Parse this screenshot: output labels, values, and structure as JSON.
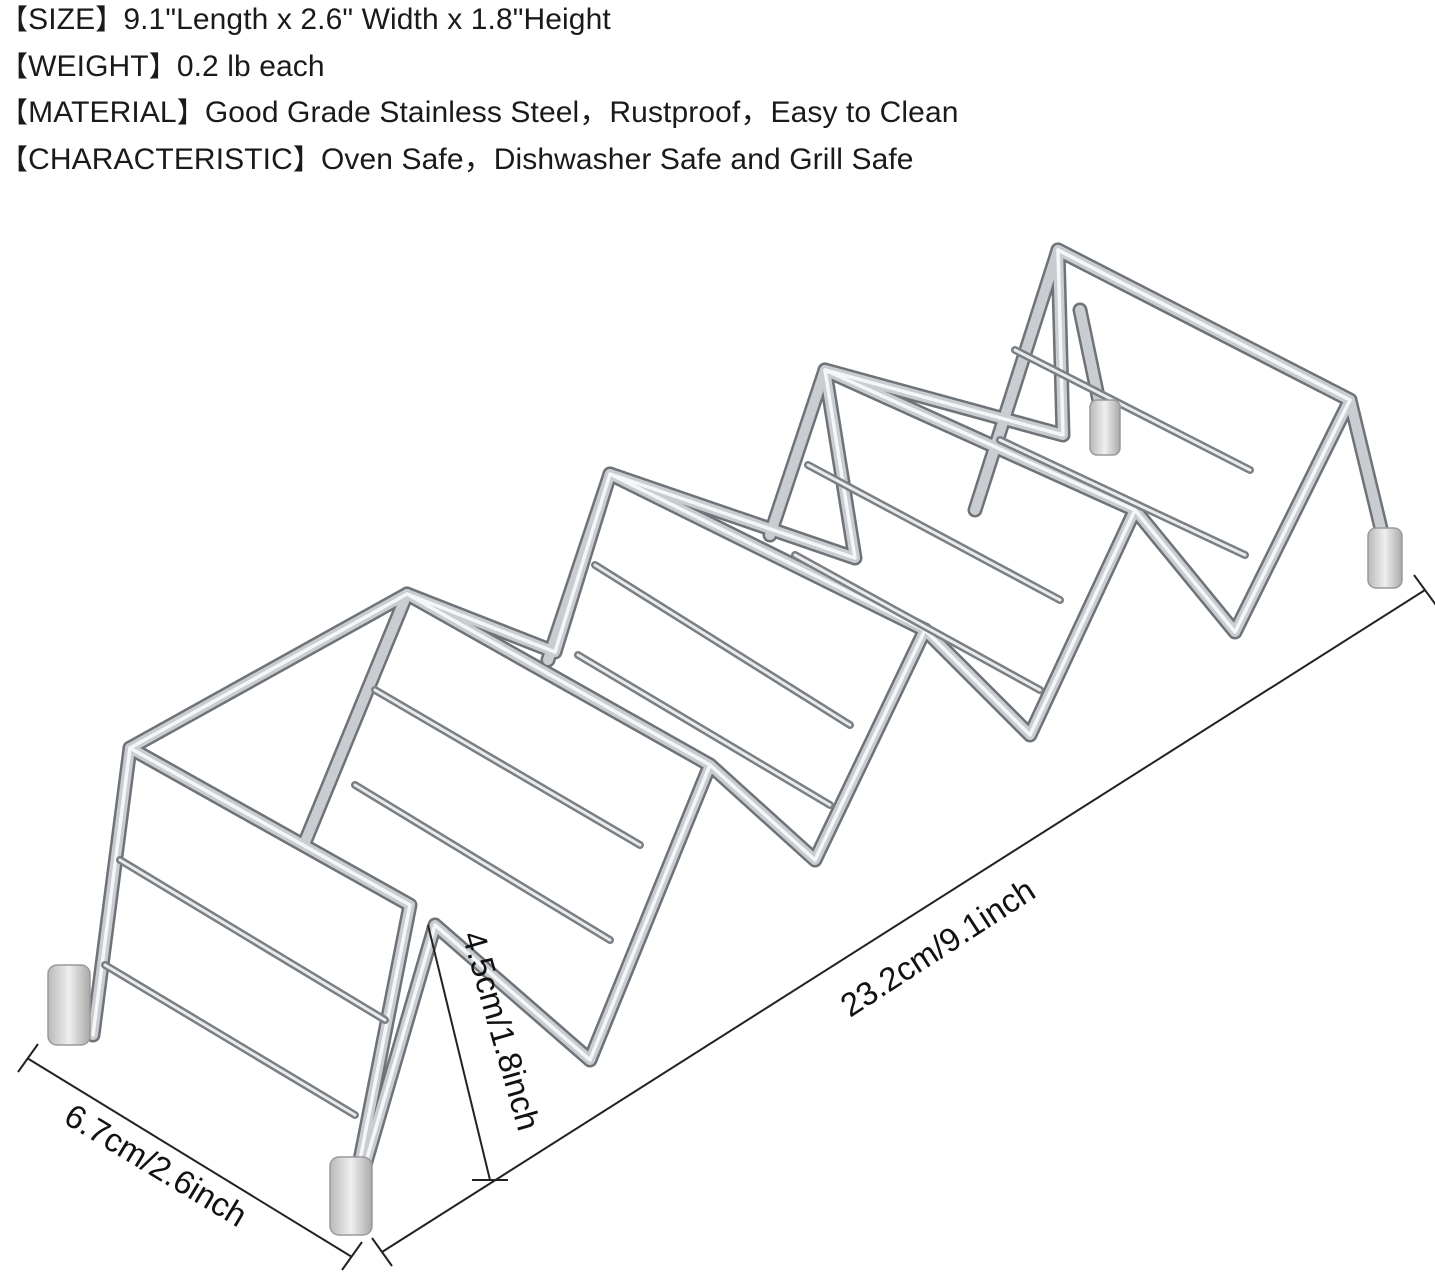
{
  "specs": [
    {
      "label": "SIZE",
      "value": "9.1\"Length x 2.6\" Width x 1.8\"Height"
    },
    {
      "label": "WEIGHT",
      "value": "0.2 lb each"
    },
    {
      "label": "MATERIAL",
      "value": "Good Grade Stainless Steel，Rustproof，Easy to Clean"
    },
    {
      "label": "CHARACTERISTIC",
      "value": "Oven Safe，Dishwasher Safe and Grill Safe"
    }
  ],
  "brackets": {
    "open": "【",
    "close": "】"
  },
  "dimensions": {
    "length": "23.2cm/9.1inch",
    "width": "6.7cm/2.6inch",
    "height": "4.5cm/1.8inch"
  },
  "product": {
    "name_icon": "taco-holder-rack-icon",
    "metal_color": "#c9ccd0",
    "metal_highlight": "#f4f6f8",
    "metal_shadow": "#6e7378",
    "foot_color": "#d9d9d9"
  }
}
